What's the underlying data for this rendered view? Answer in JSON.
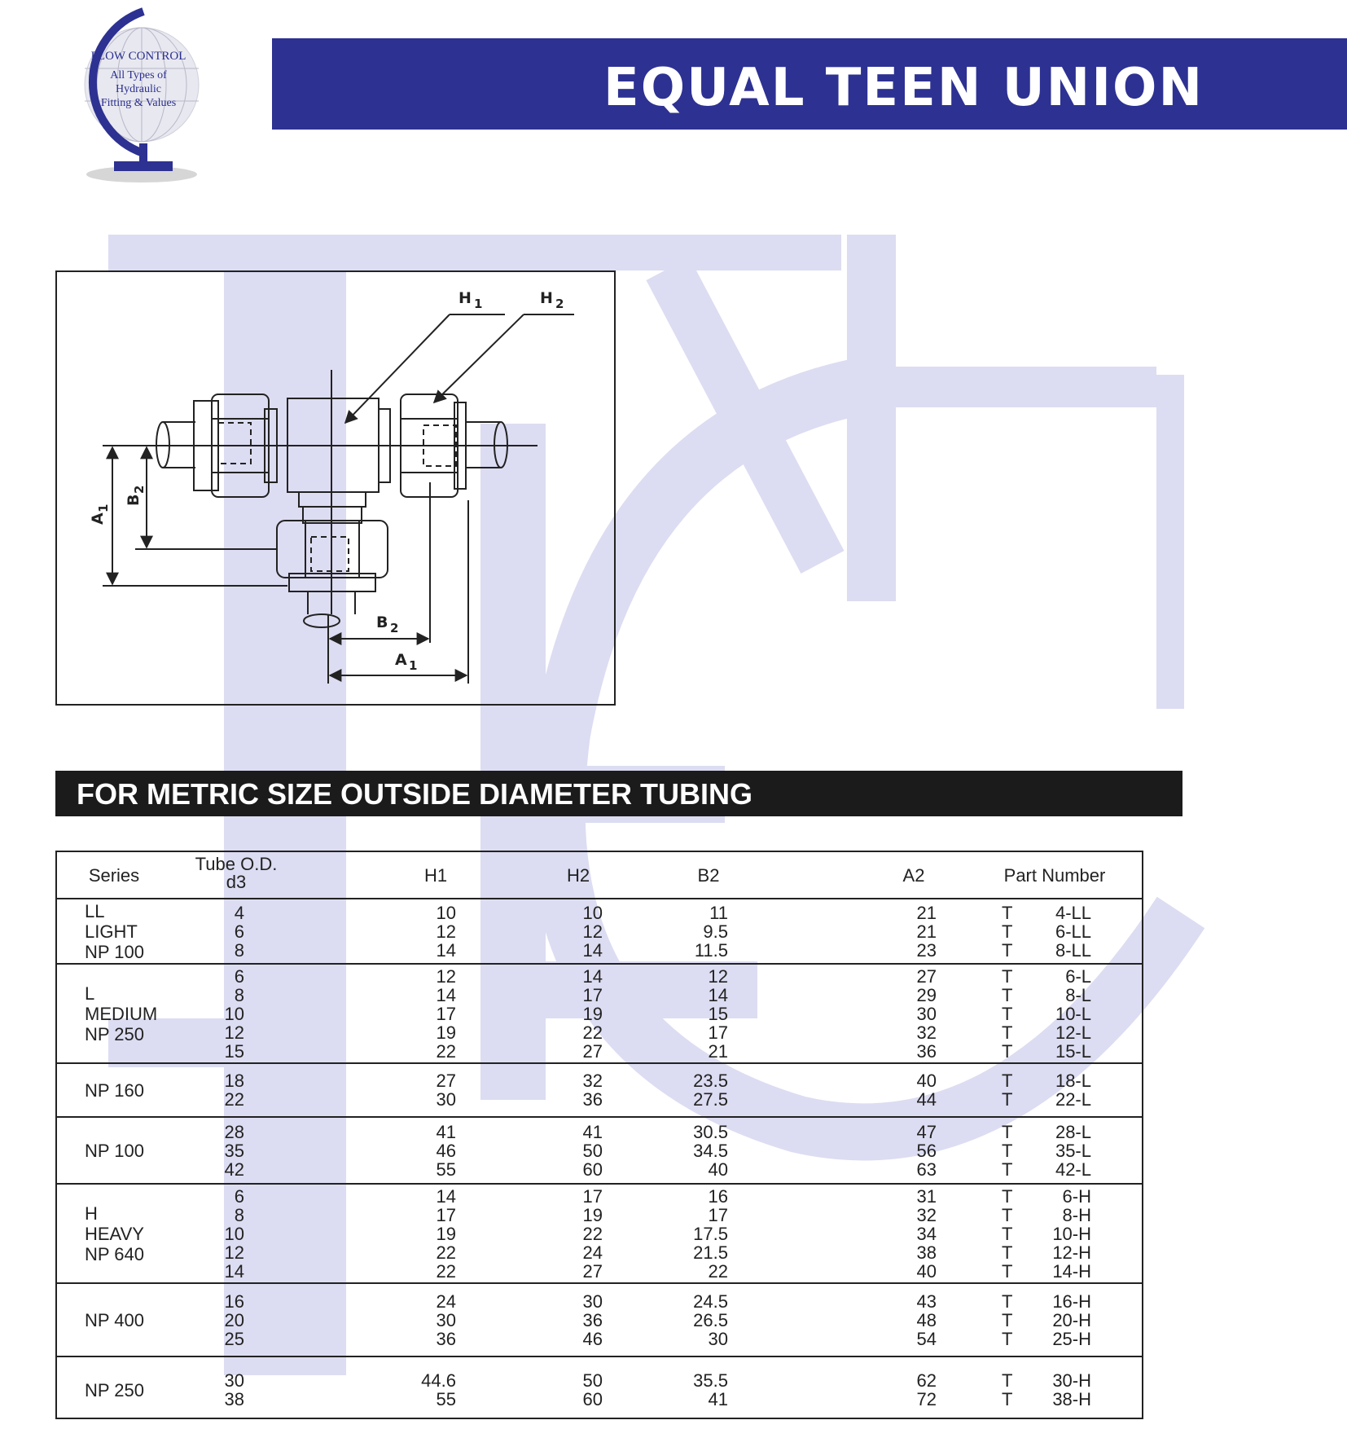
{
  "logo": {
    "brand": "FLOW CONTROL",
    "tagline": [
      "All Types of",
      "Hydraulic",
      "Fitting & Values"
    ]
  },
  "title": "EQUAL TEEN UNION",
  "diagram": {
    "labels": {
      "h1": "H",
      "h1_sub": "1",
      "h2": "H",
      "h2_sub": "2",
      "a1_left": "A",
      "a1_left_sub": "1",
      "b2_left": "B",
      "b2_left_sub": "2",
      "b2_bottom": "B",
      "b2_bottom_sub": "2",
      "a1_bottom": "A",
      "a1_bottom_sub": "1"
    }
  },
  "section_title": "FOR METRIC SIZE OUTSIDE DIAMETER TUBING",
  "table": {
    "headers": {
      "series": "Series",
      "tube_od_line1": "Tube O.D.",
      "tube_od_line2": "d3",
      "h1": "H1",
      "h2": "H2",
      "b2": "B2",
      "a2": "A2",
      "part_number": "Part Number"
    },
    "groups": [
      {
        "series": [
          "LL",
          "LIGHT",
          "NP 100"
        ],
        "rows": [
          {
            "od": "4",
            "h1": "10",
            "h2": "10",
            "b2": "11",
            "a2": "21",
            "pn_prefix": "T",
            "pn": "4-LL"
          },
          {
            "od": "6",
            "h1": "12",
            "h2": "12",
            "b2": "9.5",
            "a2": "21",
            "pn_prefix": "T",
            "pn": "6-LL"
          },
          {
            "od": "8",
            "h1": "14",
            "h2": "14",
            "b2": "11.5",
            "a2": "23",
            "pn_prefix": "T",
            "pn": "8-LL"
          }
        ]
      },
      {
        "series": [
          "L",
          "MEDIUM",
          "NP 250"
        ],
        "rows": [
          {
            "od": "6",
            "h1": "12",
            "h2": "14",
            "b2": "12",
            "a2": "27",
            "pn_prefix": "T",
            "pn": "6-L"
          },
          {
            "od": "8",
            "h1": "14",
            "h2": "17",
            "b2": "14",
            "a2": "29",
            "pn_prefix": "T",
            "pn": "8-L"
          },
          {
            "od": "10",
            "h1": "17",
            "h2": "19",
            "b2": "15",
            "a2": "30",
            "pn_prefix": "T",
            "pn": "10-L"
          },
          {
            "od": "12",
            "h1": "19",
            "h2": "22",
            "b2": "17",
            "a2": "32",
            "pn_prefix": "T",
            "pn": "12-L"
          },
          {
            "od": "15",
            "h1": "22",
            "h2": "27",
            "b2": "21",
            "a2": "36",
            "pn_prefix": "T",
            "pn": "15-L"
          }
        ]
      },
      {
        "series": [
          "NP 160"
        ],
        "rows": [
          {
            "od": "18",
            "h1": "27",
            "h2": "32",
            "b2": "23.5",
            "a2": "40",
            "pn_prefix": "T",
            "pn": "18-L"
          },
          {
            "od": "22",
            "h1": "30",
            "h2": "36",
            "b2": "27.5",
            "a2": "44",
            "pn_prefix": "T",
            "pn": "22-L"
          }
        ]
      },
      {
        "series": [
          "NP 100"
        ],
        "rows": [
          {
            "od": "28",
            "h1": "41",
            "h2": "41",
            "b2": "30.5",
            "a2": "47",
            "pn_prefix": "T",
            "pn": "28-L"
          },
          {
            "od": "35",
            "h1": "46",
            "h2": "50",
            "b2": "34.5",
            "a2": "56",
            "pn_prefix": "T",
            "pn": "35-L"
          },
          {
            "od": "42",
            "h1": "55",
            "h2": "60",
            "b2": "40",
            "a2": "63",
            "pn_prefix": "T",
            "pn": "42-L"
          }
        ]
      },
      {
        "series": [
          "H",
          "HEAVY",
          "NP 640"
        ],
        "rows": [
          {
            "od": "6",
            "h1": "14",
            "h2": "17",
            "b2": "16",
            "a2": "31",
            "pn_prefix": "T",
            "pn": "6-H"
          },
          {
            "od": "8",
            "h1": "17",
            "h2": "19",
            "b2": "17",
            "a2": "32",
            "pn_prefix": "T",
            "pn": "8-H"
          },
          {
            "od": "10",
            "h1": "19",
            "h2": "22",
            "b2": "17.5",
            "a2": "34",
            "pn_prefix": "T",
            "pn": "10-H"
          },
          {
            "od": "12",
            "h1": "22",
            "h2": "24",
            "b2": "21.5",
            "a2": "38",
            "pn_prefix": "T",
            "pn": "12-H"
          },
          {
            "od": "14",
            "h1": "22",
            "h2": "27",
            "b2": "22",
            "a2": "40",
            "pn_prefix": "T",
            "pn": "14-H"
          }
        ]
      },
      {
        "series": [
          "NP 400"
        ],
        "rows": [
          {
            "od": "16",
            "h1": "24",
            "h2": "30",
            "b2": "24.5",
            "a2": "43",
            "pn_prefix": "T",
            "pn": "16-H"
          },
          {
            "od": "20",
            "h1": "30",
            "h2": "36",
            "b2": "26.5",
            "a2": "48",
            "pn_prefix": "T",
            "pn": "20-H"
          },
          {
            "od": "25",
            "h1": "36",
            "h2": "46",
            "b2": "30",
            "a2": "54",
            "pn_prefix": "T",
            "pn": "25-H"
          }
        ]
      },
      {
        "series": [
          "NP 250"
        ],
        "rows": [
          {
            "od": "30",
            "h1": "44.6",
            "h2": "50",
            "b2": "35.5",
            "a2": "62",
            "pn_prefix": "T",
            "pn": "30-H"
          },
          {
            "od": "38",
            "h1": "55",
            "h2": "60",
            "b2": "41",
            "a2": "72",
            "pn_prefix": "T",
            "pn": "38-H"
          }
        ]
      }
    ]
  }
}
